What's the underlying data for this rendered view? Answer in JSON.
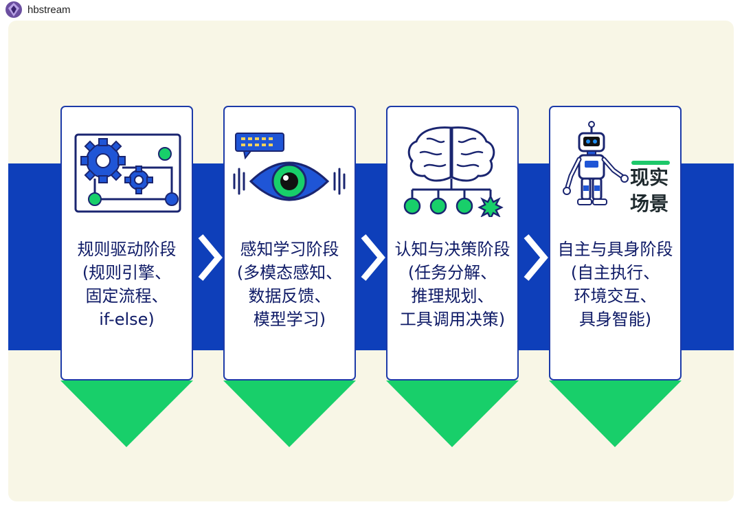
{
  "header": {
    "username": "hbstream"
  },
  "colors": {
    "band": "#0e3fba",
    "green": "#18cf6a",
    "navy": "#0e1a66",
    "card": "#ffffff",
    "background": "#f8f6e6"
  },
  "stages": [
    {
      "icon": "gears-circuit-icon",
      "lines": [
        "规则驱动阶段",
        "(规则引擎、",
        "固定流程、",
        "if-else)"
      ]
    },
    {
      "icon": "eye-perception-icon",
      "lines": [
        "感知学习阶段",
        "(多模态感知、",
        "数据反馈、",
        "模型学习)"
      ]
    },
    {
      "icon": "brain-network-icon",
      "lines": [
        "认知与决策阶段",
        "(任务分解、",
        "推理规划、",
        "工具调用决策)"
      ]
    },
    {
      "icon": "robot-icon",
      "lines": [
        "自主与具身阶段",
        "(自主执行、",
        "环境交互、",
        "具身智能)"
      ]
    }
  ],
  "real_scene": {
    "line1": "现实",
    "line2": "场景"
  },
  "connectors": [
    "chevron-right-icon",
    "chevron-right-icon",
    "chevron-right-icon"
  ]
}
